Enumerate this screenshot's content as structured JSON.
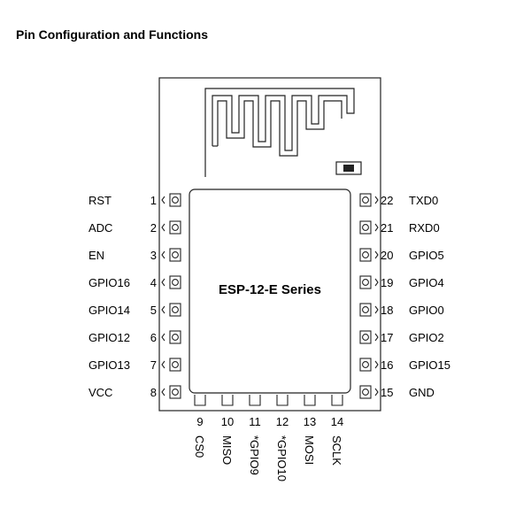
{
  "title": "Pin Configuration and Functions",
  "chip_label": "ESP-12-E Series",
  "left_pins": [
    {
      "num": "1",
      "name": "RST"
    },
    {
      "num": "2",
      "name": "ADC"
    },
    {
      "num": "3",
      "name": "EN"
    },
    {
      "num": "4",
      "name": "GPIO16"
    },
    {
      "num": "5",
      "name": "GPIO14"
    },
    {
      "num": "6",
      "name": "GPIO12"
    },
    {
      "num": "7",
      "name": "GPIO13"
    },
    {
      "num": "8",
      "name": "VCC"
    }
  ],
  "right_pins": [
    {
      "num": "22",
      "name": "TXD0"
    },
    {
      "num": "21",
      "name": "RXD0"
    },
    {
      "num": "20",
      "name": "GPIO5"
    },
    {
      "num": "19",
      "name": "GPIO4"
    },
    {
      "num": "18",
      "name": "GPIO0"
    },
    {
      "num": "17",
      "name": "GPIO2"
    },
    {
      "num": "16",
      "name": "GPIO15"
    },
    {
      "num": "15",
      "name": "GND"
    }
  ],
  "bottom_pins": [
    {
      "num": "9",
      "name": "CS0"
    },
    {
      "num": "10",
      "name": "MISO"
    },
    {
      "num": "11",
      "name": "*GPIO9"
    },
    {
      "num": "12",
      "name": "*GPIO10"
    },
    {
      "num": "13",
      "name": "MOSI"
    },
    {
      "num": "14",
      "name": "SCLK"
    }
  ]
}
